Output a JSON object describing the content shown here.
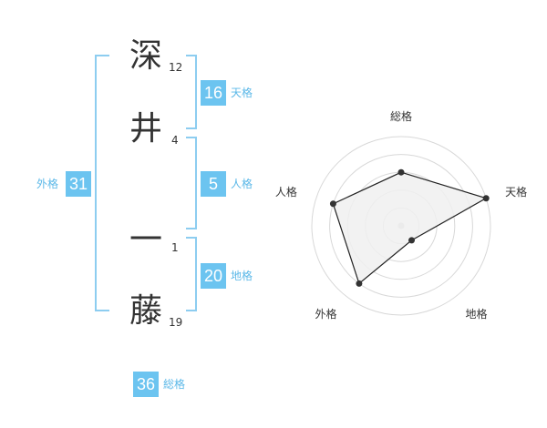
{
  "name": {
    "chars": [
      {
        "char": "深",
        "strokes": "12"
      },
      {
        "char": "井",
        "strokes": "4"
      },
      {
        "char": "一",
        "strokes": "1"
      },
      {
        "char": "藤",
        "strokes": "19"
      }
    ]
  },
  "fortunes": {
    "tenkaku": {
      "value": "16",
      "label": "天格"
    },
    "jinkaku": {
      "value": "5",
      "label": "人格"
    },
    "chikaku": {
      "value": "20",
      "label": "地格"
    },
    "gaikaku": {
      "value": "31",
      "label": "外格"
    },
    "soukaku": {
      "value": "36",
      "label": "総格"
    }
  },
  "chart_data": {
    "type": "radar",
    "axes": [
      "総格",
      "天格",
      "地格",
      "外格",
      "人格"
    ],
    "values": [
      3,
      5,
      1,
      4,
      4
    ],
    "max": 5,
    "rings": 5,
    "colors": {
      "fill": "#f0f0f0",
      "line": "#222222",
      "grid": "#d8d8d8",
      "point": "#333333",
      "center": "#cccccc"
    }
  },
  "colors": {
    "badge": "#6cc4f0",
    "badge_label": "#5bb8e8",
    "bracket": "#8dcdf0"
  }
}
